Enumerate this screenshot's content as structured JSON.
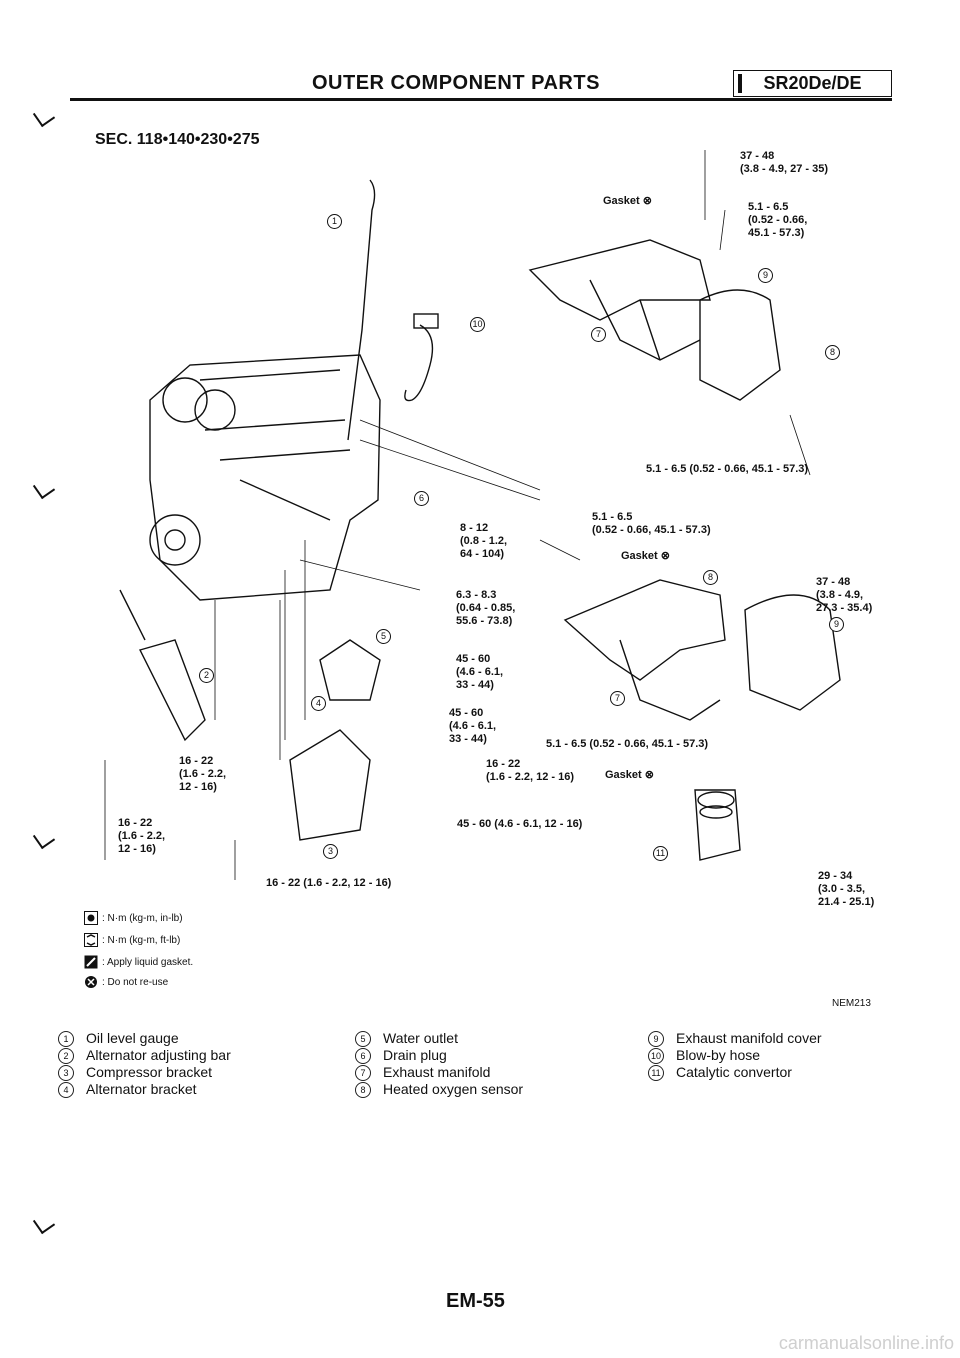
{
  "header": {
    "title": "OUTER COMPONENT PARTS",
    "badge": "SR20De/DE"
  },
  "section": "SEC. 118•140•230•275",
  "specs": {
    "t37_48_top": "37 - 48\n(3.8 - 4.9, 27 - 35)",
    "t51_65_a": "5.1 - 6.5\n(0.52 - 0.66,\n45.1 - 57.3)",
    "gasket": "Gasket",
    "t51_65_mid": "5.1 - 6.5 (0.52 - 0.66, 45.1 - 57.3)",
    "t8_12": "8 - 12\n(0.8 - 1.2,\n64 - 104)",
    "t51_65_b": "5.1 - 6.5\n(0.52 - 0.66, 45.1 - 57.3)",
    "t37_48_b": "37 - 48\n(3.8 - 4.9,\n27.3 - 35.4)",
    "t63_83": "6.3 - 8.3\n(0.64 - 0.85,\n55.6 - 73.8)",
    "t45_60_a": "45 - 60\n(4.6 - 6.1,\n33 - 44)",
    "t45_60_b": "45 - 60\n(4.6 - 6.1,\n33 - 44)",
    "t51_65_c": "5.1 - 6.5 (0.52 - 0.66, 45.1 - 57.3)",
    "t16_22_a": "16 - 22\n(1.6 - 2.2,\n12 - 16)",
    "t16_22_b": "16 - 22\n(1.6 - 2.2, 12 - 16)",
    "t16_22_c": "16 - 22\n(1.6 - 2.2,\n12 - 16)",
    "t45_60_c": "45 - 60 (4.6 - 6.1, 12 - 16)",
    "t16_22_d": "16 - 22 (1.6 - 2.2, 12 - 16)",
    "t29_34": "29 - 34\n(3.0 - 3.5,\n21.4 - 25.1)"
  },
  "legend": [
    {
      "icon": "torque-inlb-icon",
      "text": ": N·m (kg-m, in-lb)"
    },
    {
      "icon": "torque-ftlb-icon",
      "text": ": N·m (kg-m, ft-lb)"
    },
    {
      "icon": "liquid-gasket-icon",
      "text": ": Apply liquid gasket."
    },
    {
      "icon": "no-reuse-icon",
      "text": ": Do not re-use"
    }
  ],
  "figure_ref": "NEM213",
  "parts": [
    {
      "num": "1",
      "name": "Oil level gauge"
    },
    {
      "num": "2",
      "name": "Alternator adjusting bar"
    },
    {
      "num": "3",
      "name": "Compressor bracket"
    },
    {
      "num": "4",
      "name": "Alternator bracket"
    },
    {
      "num": "5",
      "name": "Water outlet"
    },
    {
      "num": "6",
      "name": "Drain plug"
    },
    {
      "num": "7",
      "name": "Exhaust manifold"
    },
    {
      "num": "8",
      "name": "Heated oxygen sensor"
    },
    {
      "num": "9",
      "name": "Exhaust manifold cover"
    },
    {
      "num": "10",
      "name": "Blow-by hose"
    },
    {
      "num": "11",
      "name": "Catalytic convertor"
    }
  ],
  "page_number": "EM-55",
  "watermark": "carmanualsonline.info"
}
